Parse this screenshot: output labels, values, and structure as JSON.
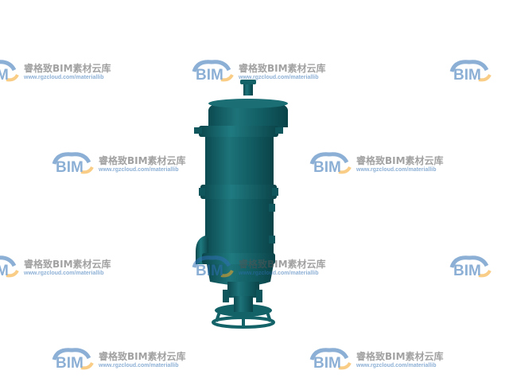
{
  "watermark": {
    "logo_text": "BIM",
    "brand_text": "睿格致BIM素材云库",
    "url_text": "www.rgzcloud.com/materiallib"
  },
  "colors": {
    "pump_body": "#136268",
    "pump_shadow": "#0b4a50",
    "pump_highlight": "#2c8a90",
    "logo_blue": "#2f6fb3",
    "logo_orange": "#f5a623"
  },
  "image": {
    "subject": "pump-3d-model"
  }
}
